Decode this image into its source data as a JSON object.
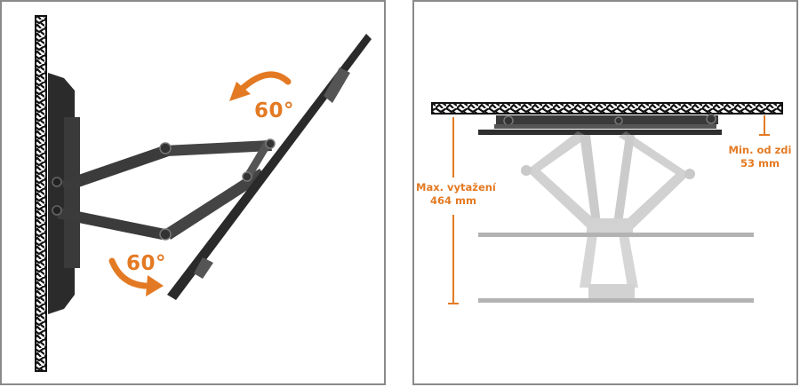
{
  "colors": {
    "accent": "#e37a23",
    "mount": "#2f2f2f",
    "ghost": "#b9b9b9",
    "frame": "#8a8a8a"
  },
  "left_panel": {
    "angle_top": "60°",
    "angle_bottom": "60°"
  },
  "right_panel": {
    "max_extension": [
      "Max. vytažení",
      "464 mm"
    ],
    "min_from_wall": [
      "Min. od zdi",
      "53 mm"
    ]
  }
}
